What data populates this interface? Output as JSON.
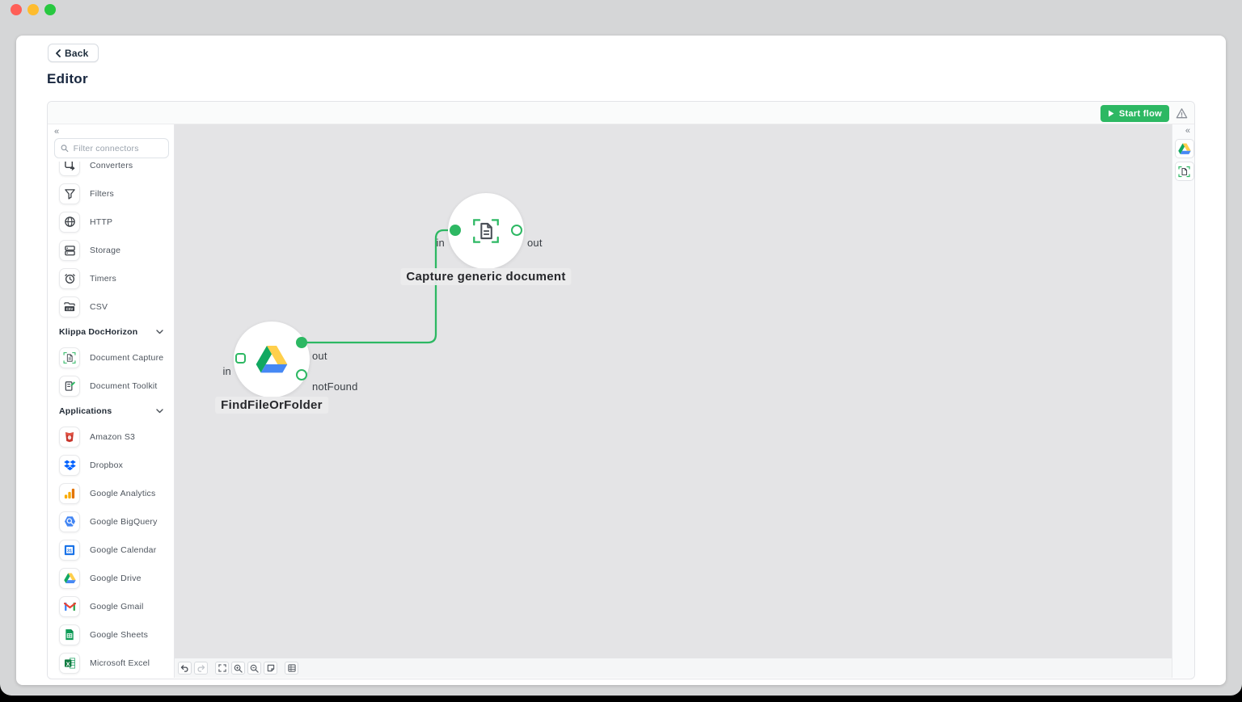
{
  "window": {
    "traffic_lights": {
      "red": "#FF5F57",
      "yellow": "#FEBC2E",
      "green": "#28C840"
    }
  },
  "header": {
    "back_label": "Back",
    "title": "Editor"
  },
  "topbar": {
    "start_flow_label": "Start flow",
    "warning_icon": "warning-triangle-icon"
  },
  "sidebar": {
    "collapse_glyph": "«",
    "search_placeholder": "Filter connectors",
    "items": [
      {
        "type": "item",
        "label": "Converters",
        "icon": "converters-icon"
      },
      {
        "type": "item",
        "label": "Filters",
        "icon": "filter-funnel-icon"
      },
      {
        "type": "item",
        "label": "HTTP",
        "icon": "globe-icon"
      },
      {
        "type": "item",
        "label": "Storage",
        "icon": "storage-icon"
      },
      {
        "type": "item",
        "label": "Timers",
        "icon": "alarm-clock-icon"
      },
      {
        "type": "item",
        "label": "CSV",
        "icon": "csv-file-icon"
      },
      {
        "type": "section",
        "label": "Klippa DocHorizon",
        "icon": "chevron-down-icon"
      },
      {
        "type": "item",
        "label": "Document Capture",
        "icon": "document-capture-icon"
      },
      {
        "type": "item",
        "label": "Document Toolkit",
        "icon": "document-toolkit-icon"
      },
      {
        "type": "section",
        "label": "Applications",
        "icon": "chevron-down-icon"
      },
      {
        "type": "item",
        "label": "Amazon S3",
        "icon": "amazon-s3-icon"
      },
      {
        "type": "item",
        "label": "Dropbox",
        "icon": "dropbox-icon"
      },
      {
        "type": "item",
        "label": "Google Analytics",
        "icon": "google-analytics-icon"
      },
      {
        "type": "item",
        "label": "Google BigQuery",
        "icon": "google-bigquery-icon"
      },
      {
        "type": "item",
        "label": "Google Calendar",
        "icon": "google-calendar-icon"
      },
      {
        "type": "item",
        "label": "Google Drive",
        "icon": "google-drive-icon"
      },
      {
        "type": "item",
        "label": "Google Gmail",
        "icon": "gmail-icon"
      },
      {
        "type": "item",
        "label": "Google Sheets",
        "icon": "google-sheets-icon"
      },
      {
        "type": "item",
        "label": "Microsoft Excel",
        "icon": "microsoft-excel-icon"
      }
    ]
  },
  "flow": {
    "nodes": [
      {
        "title": "FindFileOrFolder",
        "icon": "google-drive-icon",
        "ports": [
          {
            "name": "in"
          },
          {
            "name": "out"
          },
          {
            "name": "notFound"
          }
        ]
      },
      {
        "title": "Capture generic document",
        "icon": "document-capture-icon",
        "ports": [
          {
            "name": "in"
          },
          {
            "name": "out"
          }
        ]
      }
    ],
    "edges": [
      {
        "from": "FindFileOrFolder:out",
        "to": "Capture generic document:in"
      }
    ]
  },
  "canvas_controls": [
    "undo",
    "redo",
    "fit-view",
    "zoom-in",
    "zoom-out",
    "page",
    "grid"
  ],
  "right_panel": {
    "collapse_glyph": "«",
    "nodes": [
      "google-drive-icon",
      "document-capture-icon"
    ]
  },
  "colors": {
    "accent_green": "#2DB863",
    "canvas_bg": "#E4E4E6",
    "chrome_gray": "#D5D6D7"
  }
}
